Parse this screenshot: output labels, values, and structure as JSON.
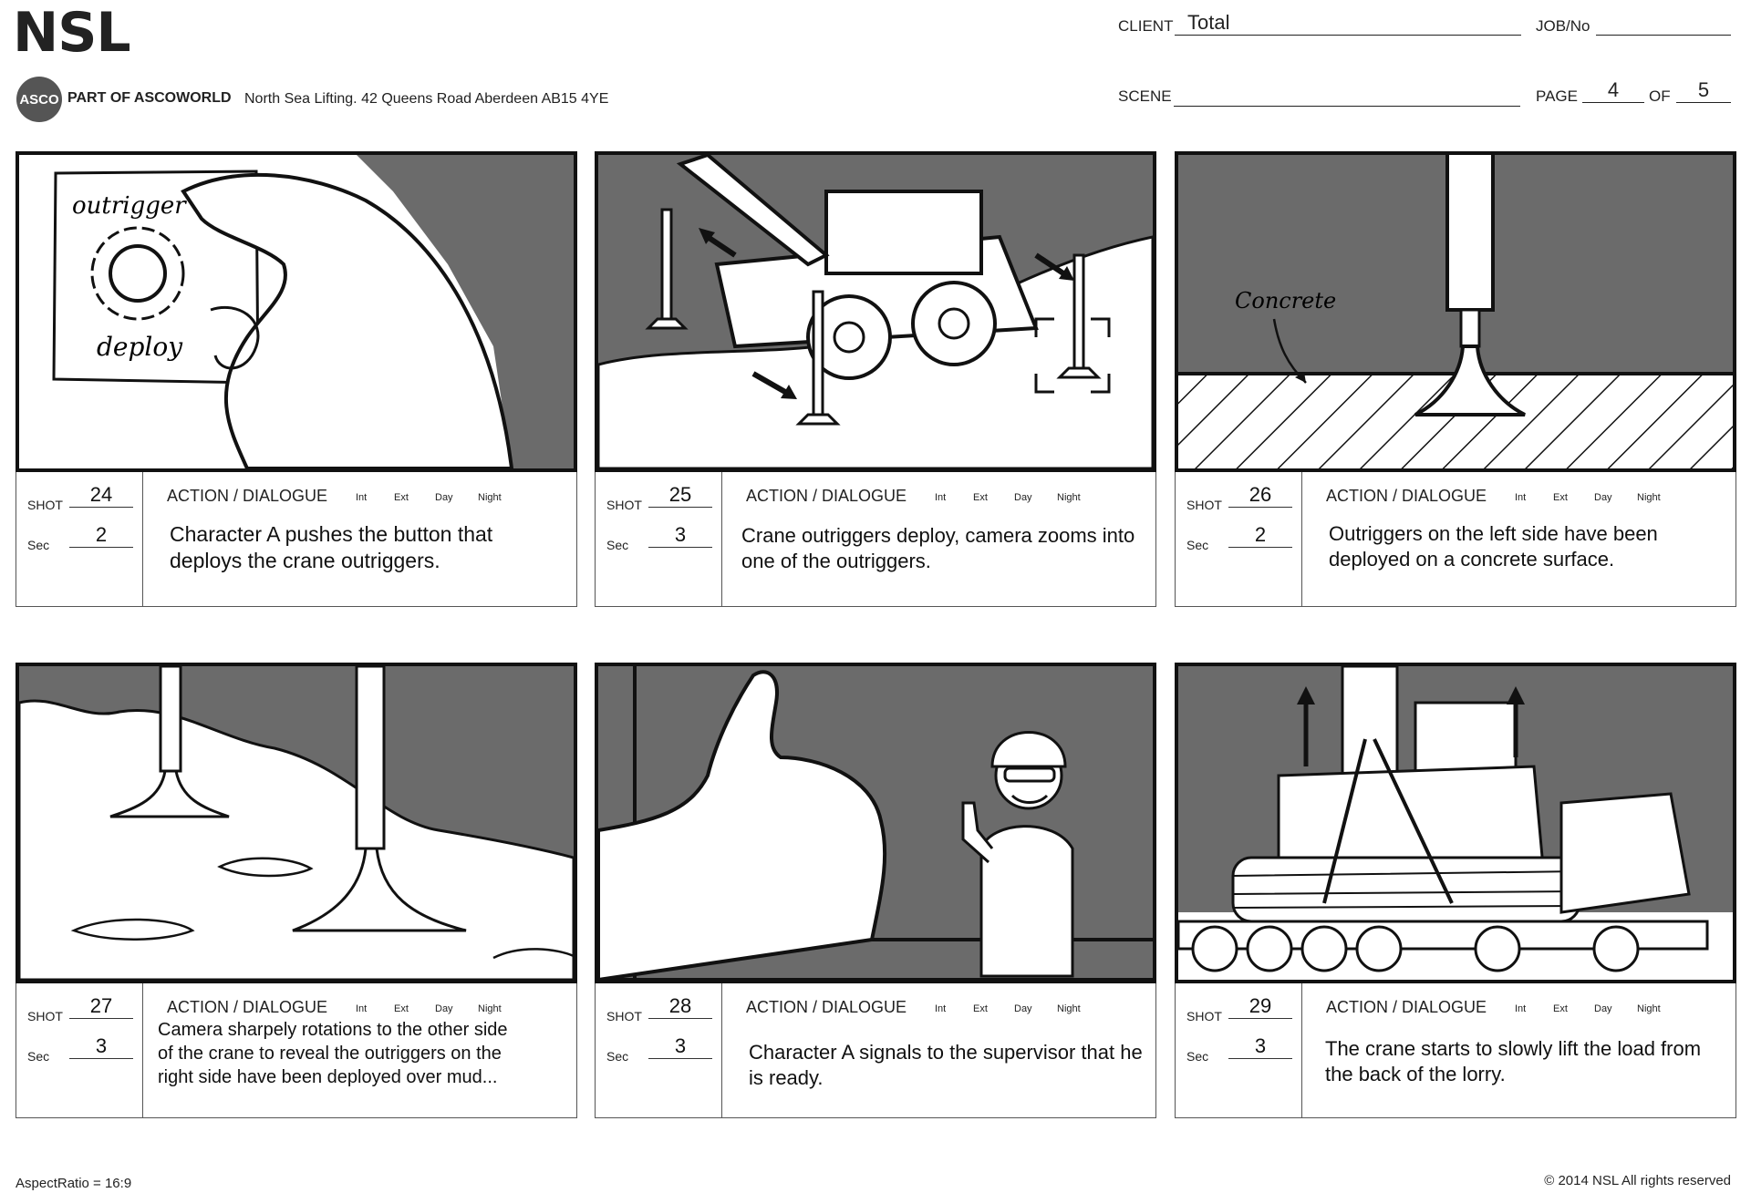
{
  "header": {
    "logo": "NSL",
    "asco_badge": "ASCO",
    "asco_text": "PART OF ASCOWORLD",
    "address": "North Sea Lifting. 42 Queens Road Aberdeen AB15 4YE",
    "client_label": "CLIENT",
    "client_value": "Total",
    "job_label": "JOB/No",
    "job_value": "",
    "scene_label": "SCENE",
    "scene_value": "",
    "page_label": "PAGE",
    "page_value": "4",
    "of_label": "OF",
    "of_value": "5"
  },
  "labels": {
    "shot": "SHOT",
    "sec": "Sec",
    "action": "ACTION / DIALOGUE",
    "int": "Int",
    "ext": "Ext",
    "day": "Day",
    "night": "Night"
  },
  "sketch_text": {
    "outrigger": "outrigger",
    "deploy": "deploy",
    "concrete": "Concrete"
  },
  "panels": [
    {
      "shot": "24",
      "sec": "2",
      "desc": "Character A pushes the button that deploys the crane outriggers."
    },
    {
      "shot": "25",
      "sec": "3",
      "desc": "Crane outriggers deploy, camera zooms into one of the outriggers."
    },
    {
      "shot": "26",
      "sec": "2",
      "desc": "Outriggers on the left side have been deployed on a concrete surface."
    },
    {
      "shot": "27",
      "sec": "3",
      "desc": "Camera sharpely rotations to the other side of the crane to reveal the outriggers on the right side have been deployed over mud..."
    },
    {
      "shot": "28",
      "sec": "3",
      "desc": "Character A signals to the supervisor that he is ready."
    },
    {
      "shot": "29",
      "sec": "3",
      "desc": "The crane starts to slowly lift the load from the back of the lorry."
    }
  ],
  "footer": {
    "aspect": "AspectRatio = 16:9",
    "copyright": "© 2014 NSL All rights reserved"
  }
}
